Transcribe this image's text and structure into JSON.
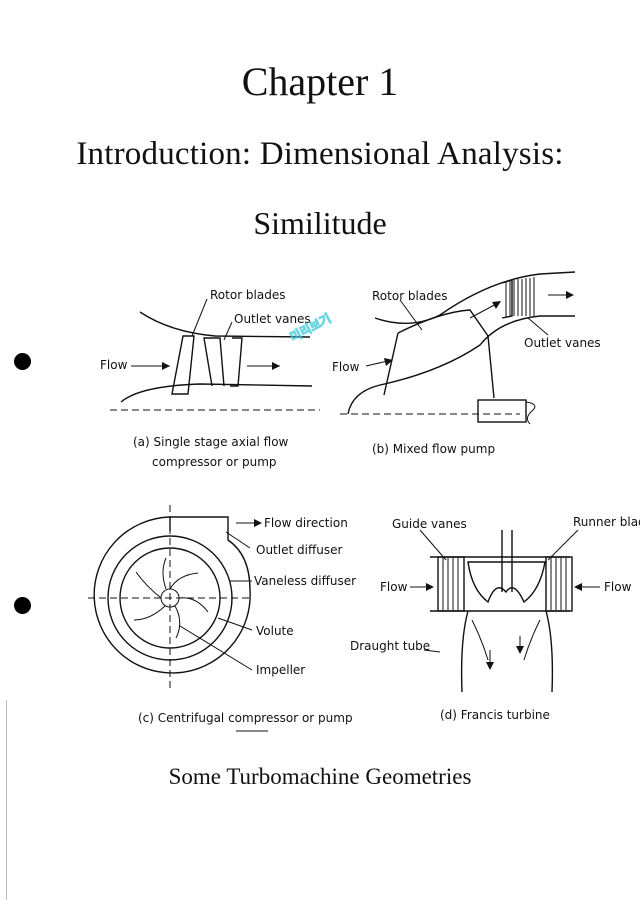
{
  "heading": {
    "chapter": "Chapter 1",
    "title": "Introduction: Dimensional Analysis:",
    "subtitle": "Similitude"
  },
  "watermark": {
    "text": "미리보기",
    "color": "#3ec9d6"
  },
  "figures": {
    "a": {
      "rotor_blades": "Rotor blades",
      "outlet_vanes": "Outlet vanes",
      "flow": "Flow",
      "caption_1": "(a) Single stage axial flow",
      "caption_2": "compressor or pump"
    },
    "b": {
      "rotor_blades": "Rotor blades",
      "outlet_vanes": "Outlet vanes",
      "flow": "Flow",
      "caption": "(b)  Mixed flow pump"
    },
    "c": {
      "flow_direction": "Flow  direction",
      "outlet_diffuser": "Outlet  diffuser",
      "vaneless_diffuser": "Vaneless diffuser",
      "volute": "Volute",
      "impeller": "Impeller",
      "caption": "(c)  Centrifugal compressor or pump"
    },
    "d": {
      "guide_vanes": "Guide vanes",
      "runner_blades": "Runner blad",
      "flow_left": "Flow",
      "flow_right": "Flow",
      "draught_tube": "Draught tube",
      "caption": "(d)  Francis turbine"
    }
  },
  "caption": "Some Turbomachine Geometries"
}
